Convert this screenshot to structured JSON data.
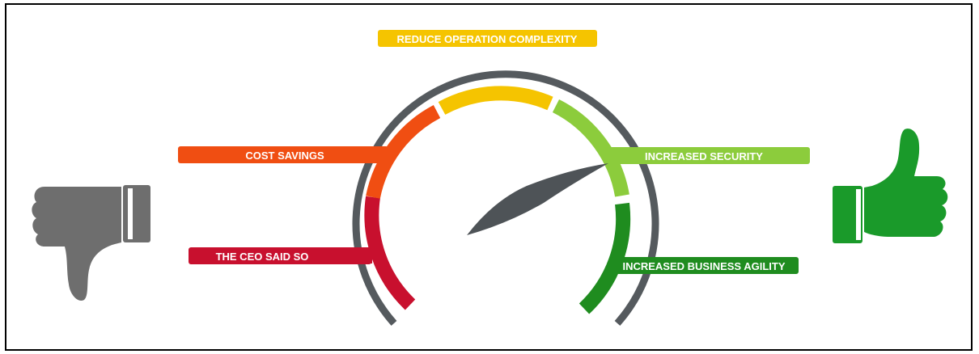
{
  "diagram": {
    "top_label": "REDUCE OPERATION COMPLEXITY",
    "left_labels": [
      "COST SAVINGS",
      "THE CEO SAID SO"
    ],
    "right_labels": [
      "INCREASED SECURITY",
      "INCREASED BUSINESS AGILITY"
    ]
  },
  "colors": {
    "ceo": "#c8102e",
    "cost": "#f04e12",
    "reduce": "#f5c400",
    "security": "#8ccc3c",
    "agility": "#1f8c1f",
    "outer_arc": "#555a5e",
    "needle": "#4e5357",
    "thumbs_down": "#6e6e6e",
    "thumbs_up": "#1a9a2a"
  },
  "icons": {
    "left": "thumbs-down-icon",
    "right": "thumbs-up-icon"
  }
}
